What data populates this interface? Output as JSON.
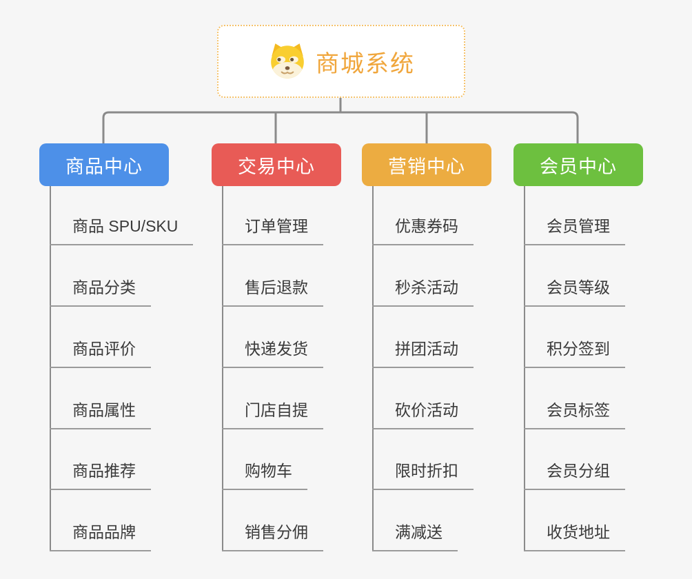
{
  "page": {
    "background_color": "#F6F6F6"
  },
  "root": {
    "title": "商城系统",
    "icon": "doge-face-icon",
    "title_color": "#F0A63C",
    "border_color": "#F5C26B"
  },
  "connectors": {
    "line_color": "#8A8A8A",
    "underline_color": "#9A9A9A"
  },
  "subtopic_text_color": "#3A3A3A",
  "branches": [
    {
      "label": "商品中心",
      "color": "#4D90E8",
      "children": [
        "商品 SPU/SKU",
        "商品分类",
        "商品评价",
        "商品属性",
        "商品推荐",
        "商品品牌"
      ]
    },
    {
      "label": "交易中心",
      "color": "#E85B56",
      "children": [
        "订单管理",
        "售后退款",
        "快递发货",
        "门店自提",
        "购物车",
        "销售分佣"
      ]
    },
    {
      "label": "营销中心",
      "color": "#ECAC41",
      "children": [
        "优惠券码",
        "秒杀活动",
        "拼团活动",
        "砍价活动",
        "限时折扣",
        "满减送"
      ]
    },
    {
      "label": "会员中心",
      "color": "#6DC03F",
      "children": [
        "会员管理",
        "会员等级",
        "积分签到",
        "会员标签",
        "会员分组",
        "收货地址"
      ]
    }
  ]
}
